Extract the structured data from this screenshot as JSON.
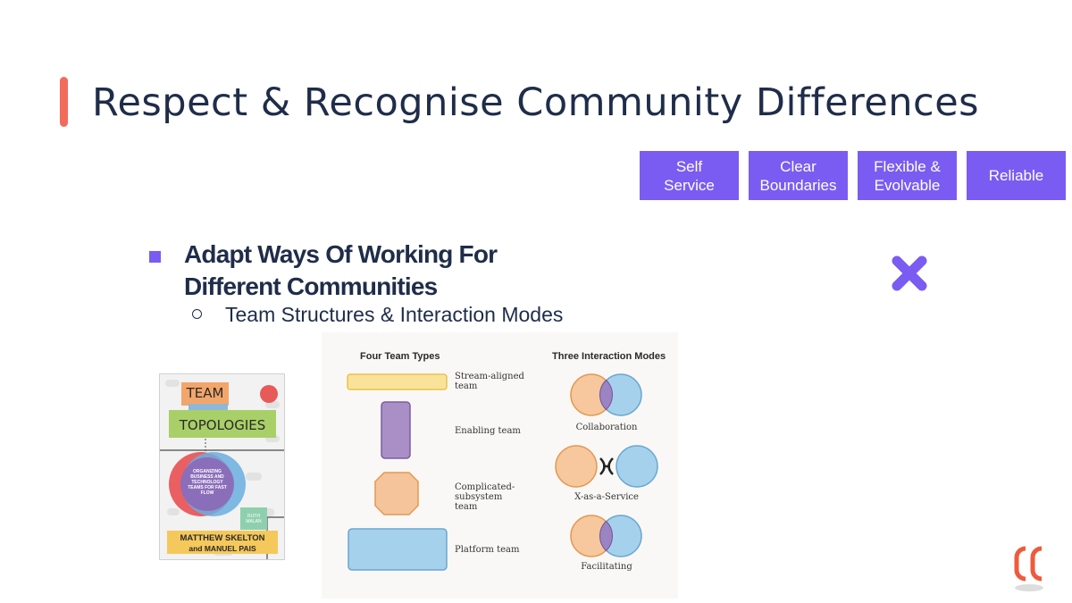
{
  "slide": {
    "title": "Respect & Recognise Community Differences",
    "tags": [
      "Self\nService",
      "Clear\nBoundaries",
      "Flexible &\nEvolvable",
      "Reliable"
    ],
    "bullet": "Adapt Ways Of Working For\nDifferent Communities",
    "sub_bullet": "Team Structures & Interaction Modes"
  },
  "book": {
    "title_line1": "TEAM",
    "title_line2": "TOPOLOGIES",
    "subtitle": "ORGANIZING BUSINESS AND TECHNOLOGY TEAMS FOR FAST FLOW",
    "foreword": "RUTH MALAN",
    "authors_line1": "MATTHEW SKELTON",
    "authors_line2": "and MANUEL PAIS"
  },
  "diagram": {
    "team_types_heading": "Four Team Types",
    "interaction_heading": "Three Interaction Modes",
    "team_types": [
      "Stream-aligned team",
      "Enabling team",
      "Complicated-subsystem team",
      "Platform team"
    ],
    "modes": [
      "Collaboration",
      "X-as-a-Service",
      "Facilitating"
    ]
  },
  "colors": {
    "accent_purple": "#7a5cf2",
    "title_bar": "#f26b5b",
    "title_text": "#1f2d4a",
    "logo": "#f05a3c"
  },
  "icons": [
    "close-x-icon",
    "community-logo-icon"
  ]
}
